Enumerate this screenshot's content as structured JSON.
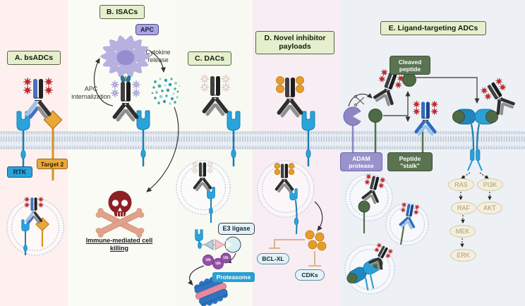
{
  "figure": {
    "panel_a": {
      "title": "A. bsADCs",
      "receptor_label": "RTK",
      "second_target_label": "Target 2"
    },
    "panel_b": {
      "title": "B. ISACs",
      "cell_label": "APC",
      "cytokine_text": "Cytokine release",
      "internalization_text": "APC internalization",
      "outcome_text": "Immune-mediated cell killing"
    },
    "panel_c": {
      "title": "C. DACs",
      "e3_label": "E3 ligase",
      "proteasome_label": "Proteasome",
      "ub_label": "Ub"
    },
    "panel_d": {
      "title": "D. Novel inhibitor payloads",
      "inhibited_target_1": "BCL-XL",
      "inhibited_target_2": "CDKs"
    },
    "panel_e": {
      "title": "E. Ligand-targeting ADCs",
      "cleaved_peptide_label": "Cleaved peptide",
      "protease_label": "ADAM protease",
      "stalk_label": "Peptide \"stalk\"",
      "cascade": [
        "RAS",
        "PI3K",
        "RAF",
        "AKT",
        "MEK",
        "ERK"
      ]
    },
    "icons": {
      "skull": "skull-crossbones-icon",
      "scissors": "scissors-icon"
    },
    "colors": {
      "payload_red": "#cf2428",
      "payload_orange": "#e89c28",
      "receptor_blue": "#29a3dc",
      "green_dark": "#55704a",
      "protease_purple": "#8d85c4",
      "label_green": "#e5efce"
    }
  }
}
